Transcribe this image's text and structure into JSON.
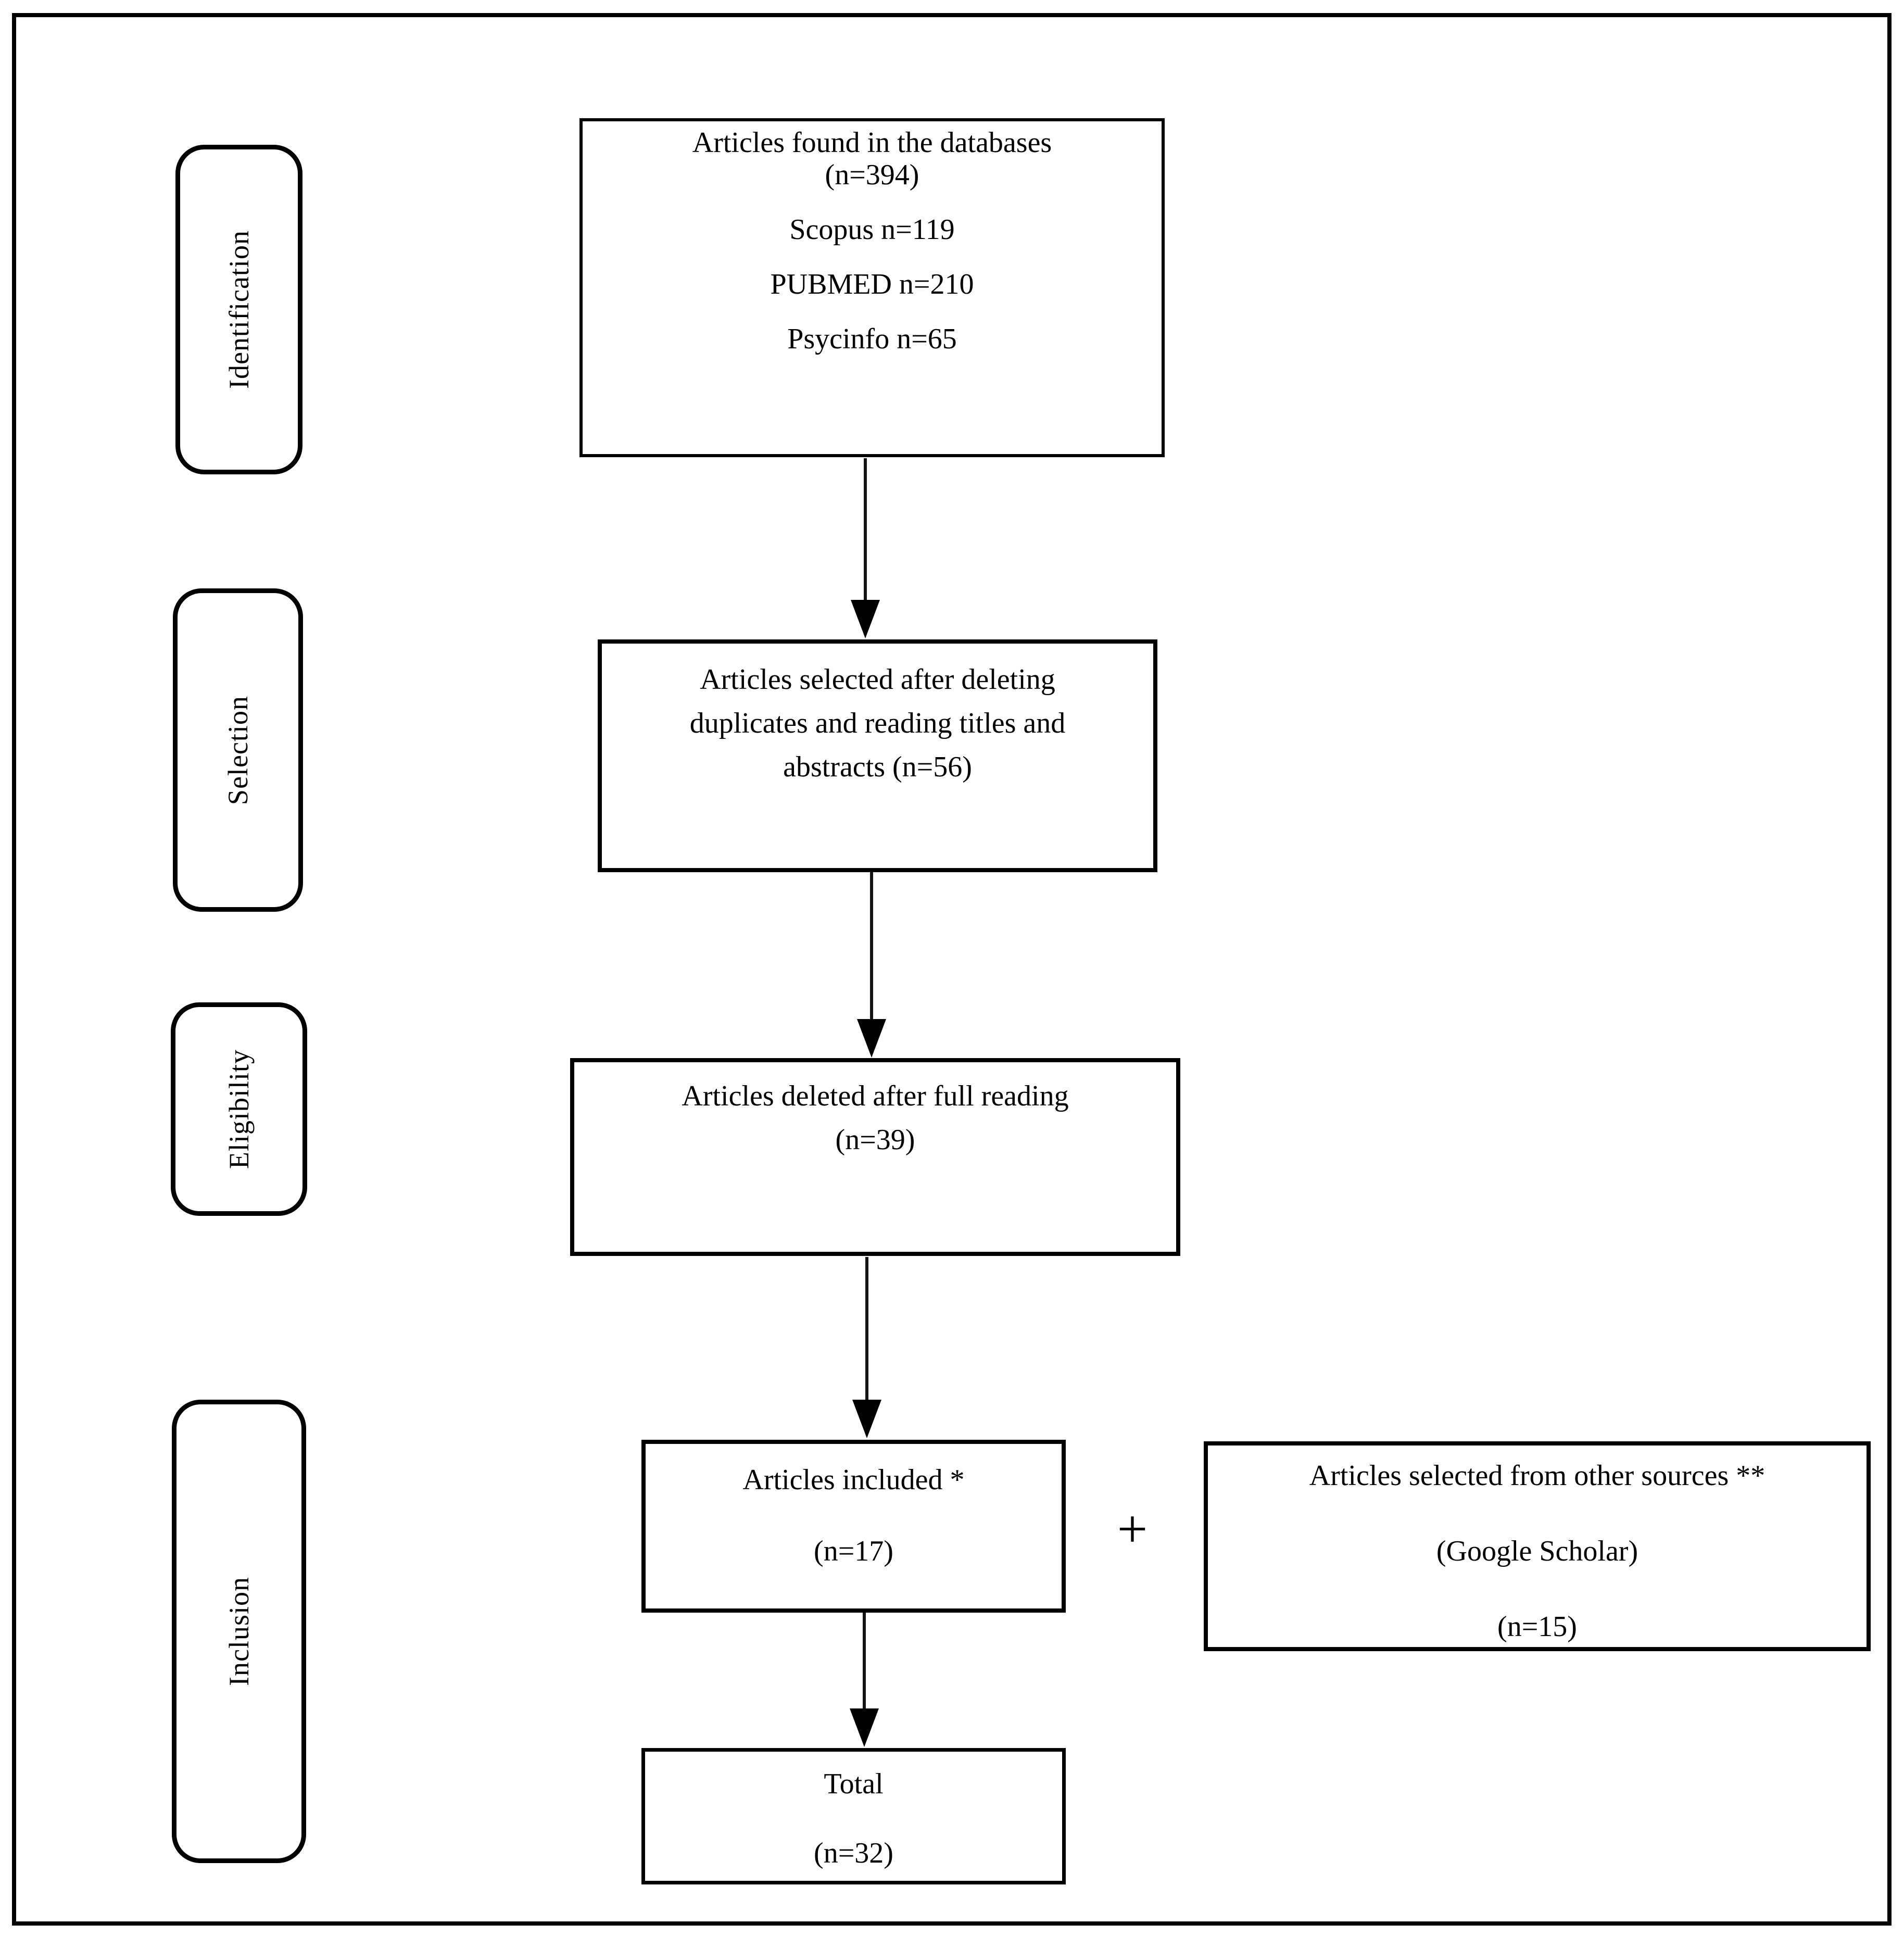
{
  "stages": [
    "Identification",
    "Selection",
    "Eligibility",
    "Inclusion"
  ],
  "boxes": {
    "databases": {
      "title": "Articles found in the databases",
      "count": "(n=394)",
      "source1": "Scopus n=119",
      "source2": "PUBMED n=210",
      "source3": "Psycinfo n=65"
    },
    "selected": {
      "line1": "Articles selected after deleting",
      "line2": "duplicates and reading titles and",
      "line3": "abstracts (n=56)"
    },
    "deleted": {
      "line1": "Articles deleted after full reading",
      "line2": "(n=39)"
    },
    "included": {
      "line1": "Articles included *",
      "count": "(n=17)"
    },
    "other_sources": {
      "line1": "Articles selected from other sources **",
      "line2": "(Google Scholar)",
      "count": "(n=15)"
    },
    "total": {
      "line1": "Total",
      "count": "(n=32)"
    }
  },
  "plus_sign": "+",
  "colors": {
    "line": "#000000",
    "background": "#ffffff",
    "text": "#000000"
  }
}
